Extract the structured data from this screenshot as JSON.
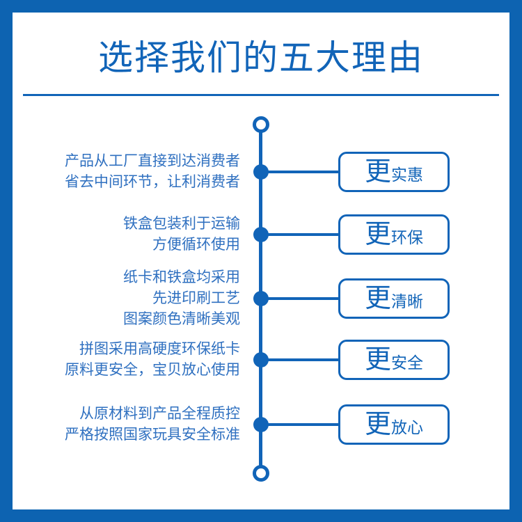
{
  "header": {
    "title": "选择我们的五大理由"
  },
  "colors": {
    "frame": "#0d63b1",
    "accent": "#1164b8",
    "text": "#2f70c0",
    "bg": "#ffffff"
  },
  "timeline": {
    "rows": [
      {
        "lines": [
          "产品从工厂直接到达消费者",
          "省去中间环节，让利消费者"
        ],
        "badge_big": "更",
        "badge_small": "实惠"
      },
      {
        "lines": [
          "铁盒包装利于运输",
          "方便循环使用"
        ],
        "badge_big": "更",
        "badge_small": "环保"
      },
      {
        "lines": [
          "纸卡和铁盒均采用",
          "先进印刷工艺",
          "图案颜色清晰美观"
        ],
        "badge_big": "更",
        "badge_small": "清晰"
      },
      {
        "lines": [
          "拼图采用高硬度环保纸卡",
          "原料更安全，宝贝放心使用"
        ],
        "badge_big": "更",
        "badge_small": "安全"
      },
      {
        "lines": [
          "从原材料到产品全程质控",
          "严格按照国家玩具安全标准"
        ],
        "badge_big": "更",
        "badge_small": "放心"
      }
    ]
  }
}
